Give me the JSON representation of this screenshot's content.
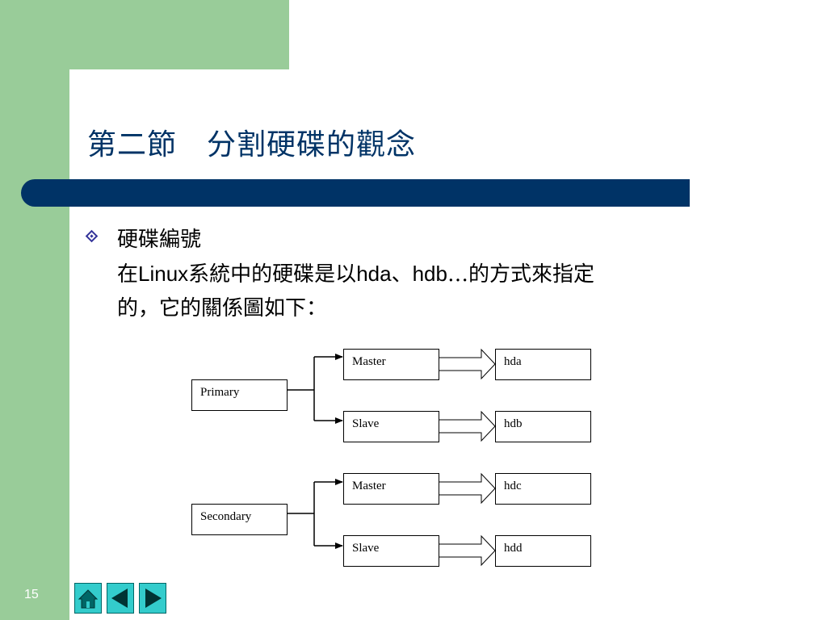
{
  "slide": {
    "title": "第二節　分割硬碟的觀念",
    "page_number": "15"
  },
  "bullet": {
    "heading": "硬碟編號",
    "line2_a": "在",
    "line2_b": "Linux",
    "line2_c": "系統中的硬碟是以",
    "line2_d": "hda",
    "line2_e": "、",
    "line2_f": "hdb",
    "line2_g": "…的方式來指定",
    "line3": "的，它的關係圖如下："
  },
  "diagram": {
    "primary": "Primary",
    "secondary": "Secondary",
    "master_1": "Master",
    "slave_1": "Slave",
    "master_2": "Master",
    "slave_2": "Slave",
    "hda": "hda",
    "hdb": "hdb",
    "hdc": "hdc",
    "hdd": "hdd"
  },
  "nav": {
    "home_icon": "home-icon",
    "prev_icon": "triangle-left-icon",
    "next_icon": "triangle-right-icon"
  },
  "colors": {
    "green": "#99cc99",
    "navy": "#003366",
    "teal": "#33cccc"
  }
}
